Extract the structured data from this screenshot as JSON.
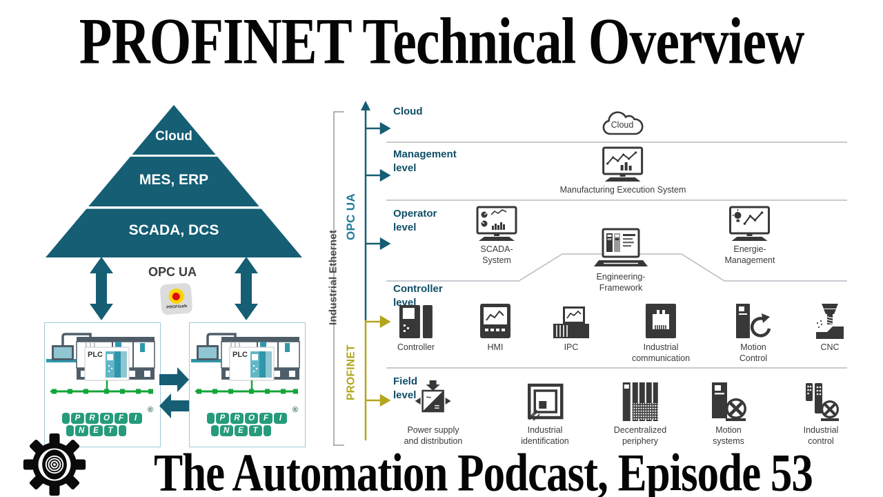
{
  "title": {
    "top": "PROFINET Technical Overview",
    "bottom": "The Automation Podcast, Episode 53"
  },
  "colors": {
    "teal": "#155e74",
    "level_label": "#0e4e66",
    "opcua_blue": "#1f7b9b",
    "profinet_yellow": "#b2a61c",
    "profinet_green": "#269b7b",
    "network_green": "#13a538",
    "icon_dark": "#383838",
    "separator_gray": "#b4bcc0",
    "profisafe_yellow": "#ffd500",
    "profisafe_red": "#e30613"
  },
  "pyramid": {
    "levels": [
      "Cloud",
      "MES, ERP",
      "SCADA, DCS"
    ],
    "opcua_label": "OPC UA",
    "profisafe_label": "PROFIsafe"
  },
  "network_box": {
    "plc_label": "PLC",
    "logo_top": [
      "P",
      "R",
      "O",
      "F",
      "I"
    ],
    "logo_bottom": [
      "N",
      "E",
      "T"
    ],
    "registered": "®"
  },
  "axis": {
    "industrial_ethernet": "Industrial Ethernet",
    "opcua": "OPC UA",
    "profinet": "PROFINET"
  },
  "levels": {
    "cloud": {
      "label": "Cloud",
      "items": {
        "cloud": {
          "label": "Cloud"
        }
      }
    },
    "management": {
      "label": "Management\nlevel",
      "items": {
        "mes": {
          "label": "Manufacturing Execution System"
        }
      }
    },
    "operator": {
      "label": "Operator\nlevel",
      "items": {
        "scada": {
          "label": "SCADA-\nSystem"
        },
        "engineering": {
          "label": "Engineering-\nFramework"
        },
        "energie": {
          "label": "Energie-\nManagement"
        }
      }
    },
    "controller": {
      "label": "Controller\nlevel",
      "items": {
        "controller": {
          "label": "Controller"
        },
        "hmi": {
          "label": "HMI"
        },
        "ipc": {
          "label": "IPC"
        },
        "industrial_communication": {
          "label": "Industrial\ncommunication"
        },
        "motion_control": {
          "label": "Motion\nControl"
        },
        "cnc": {
          "label": "CNC"
        }
      }
    },
    "field": {
      "label": "Field\nlevel",
      "items": {
        "power_supply": {
          "label": "Power supply\nand distribution"
        },
        "industrial_identification": {
          "label": "Industrial\nidentification"
        },
        "decentralized_periphery": {
          "label": "Decentralized\nperiphery"
        },
        "motion_systems": {
          "label": "Motion\nsystems"
        },
        "industrial_control": {
          "label": "Industrial\ncontrol"
        }
      }
    }
  }
}
